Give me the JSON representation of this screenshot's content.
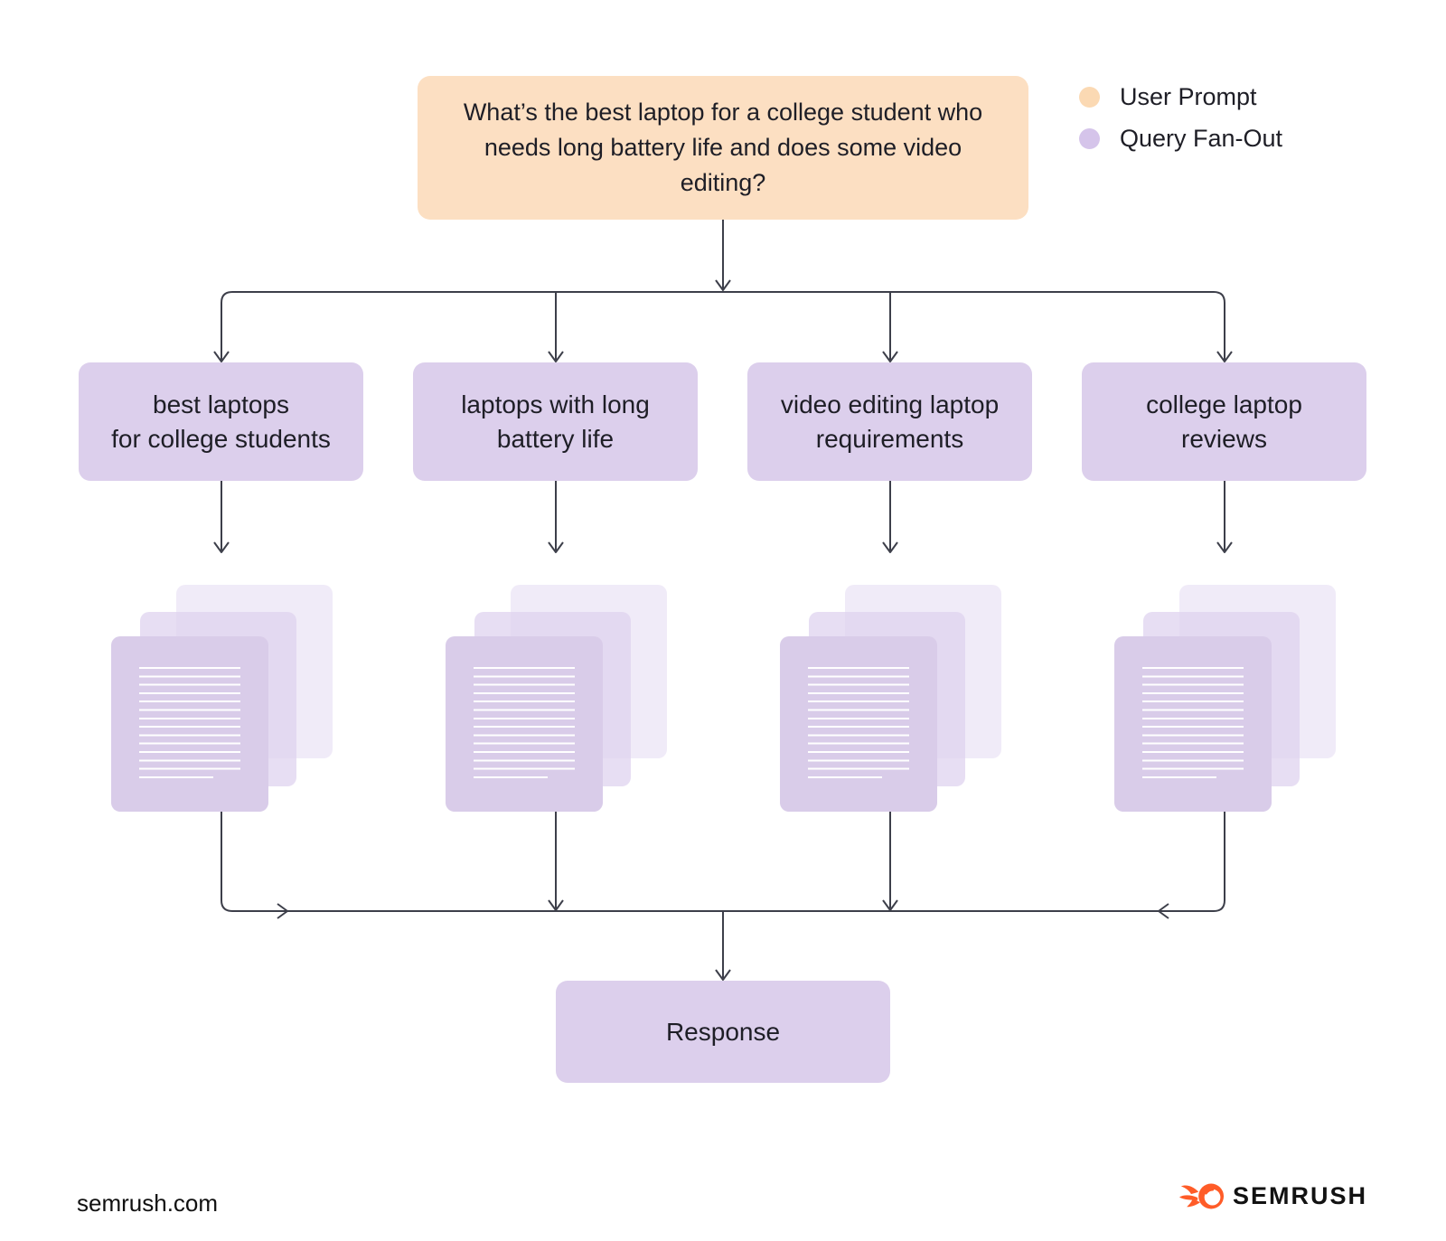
{
  "prompt": {
    "text": "What’s the best laptop for a college student who needs long battery life and does some video editing?"
  },
  "legend": {
    "items": [
      {
        "label": "User Prompt",
        "color": "#FBD9B3"
      },
      {
        "label": "Query Fan-Out",
        "color": "#D5C4EA"
      }
    ]
  },
  "queries": [
    {
      "label": "best laptops\nfor college students"
    },
    {
      "label": "laptops with long\nbattery life"
    },
    {
      "label": "video editing laptop\nrequirements"
    },
    {
      "label": "college laptop\nreviews"
    }
  ],
  "documents": {
    "stack_count": 4,
    "pages_per_stack": 3
  },
  "response": {
    "label": "Response"
  },
  "footer": {
    "domain": "semrush.com",
    "brand": "SEMRUSH"
  },
  "colors": {
    "user_prompt_box": "#FCDFC2",
    "query_box": "#DCCFEC",
    "document_front": "#D9CCE9",
    "document_back": "#F0EBF8",
    "connector_line": "#3D3F4A",
    "brand_orange": "#FF5C28"
  }
}
